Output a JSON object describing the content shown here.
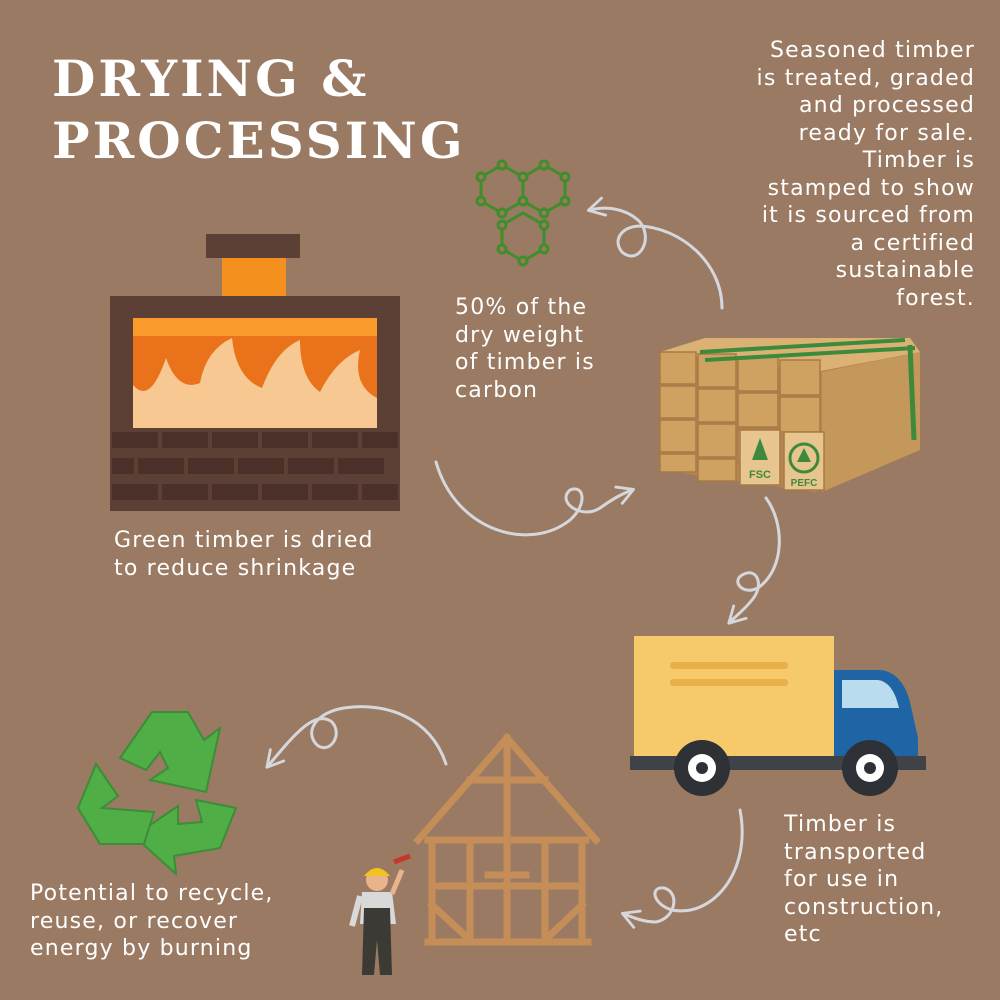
{
  "title": {
    "line1": "DRYING &",
    "line2": "PROCESSING"
  },
  "steps": {
    "kiln": {
      "line1": "Green timber is dried",
      "line2": "to reduce shrinkage"
    },
    "carbon": {
      "line1": "50% of the",
      "line2": "dry weight",
      "line3": "of timber is",
      "line4": "carbon"
    },
    "seasoned": {
      "line1": "Seasoned timber",
      "line2": "is treated, graded",
      "line3": "and processed",
      "line4": "ready for sale.",
      "line5": "Timber is",
      "line6": "stamped to show",
      "line7": "it is sourced from",
      "line8": "a certified",
      "line9": "sustainable",
      "line10": "forest."
    },
    "transport": {
      "line1": "Timber is",
      "line2": "transported",
      "line3": "for use in",
      "line4": "construction,",
      "line5": "etc"
    },
    "recycle": {
      "line1": "Potential to recycle,",
      "line2": "reuse, or recover",
      "line3": "energy by burning"
    }
  },
  "stamps": {
    "fsc": "FSC",
    "pefc": "PEFC"
  },
  "colors": {
    "background": "#9a7a62",
    "arrow": "#d6d7dc",
    "kiln_brick": "#5c4035",
    "kiln_fire": "#f4901e",
    "molecule": "#3f8e2a",
    "timber": "#cfa262",
    "strap": "#3d8a3d",
    "truck_cargo": "#f6c96a",
    "truck_cab": "#1f65a6",
    "recycle": "#4fae45",
    "house_frame": "#c58e58"
  },
  "icons": [
    "kiln-icon",
    "carbon-molecule-icon",
    "timber-stack-icon",
    "truck-icon",
    "recycle-icon",
    "house-frame-icon",
    "builder-icon"
  ]
}
